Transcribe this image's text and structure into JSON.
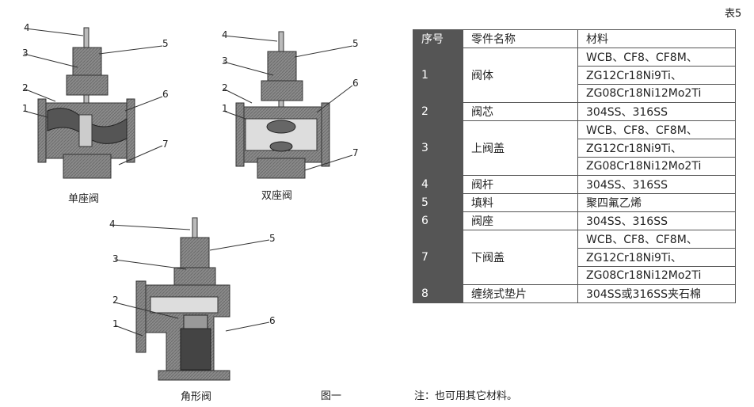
{
  "figure": {
    "single_seat": {
      "caption": "单座阀",
      "labels": [
        "4",
        "3",
        "5",
        "2",
        "6",
        "1",
        "7"
      ]
    },
    "double_seat": {
      "caption": "双座阀",
      "labels": [
        "4",
        "3",
        "5",
        "2",
        "6",
        "1",
        "7"
      ]
    },
    "angle": {
      "caption": "角形阀",
      "labels": [
        "4",
        "5",
        "3",
        "2",
        "1",
        "6"
      ]
    },
    "figure_caption": "图一"
  },
  "table": {
    "title": "表5",
    "headers": [
      "序号",
      "零件名称",
      "材料"
    ],
    "rows": [
      {
        "no": "1",
        "name": "阀体",
        "materials": [
          "WCB、CF8、CF8M、",
          "ZG12Cr18Ni9Ti、",
          "ZG08Cr18Ni12Mo2Ti"
        ]
      },
      {
        "no": "2",
        "name": "阀芯",
        "materials": [
          "304SS、316SS"
        ]
      },
      {
        "no": "3",
        "name": "上阀盖",
        "materials": [
          "WCB、CF8、CF8M、",
          "ZG12Cr18Ni9Ti、",
          "ZG08Cr18Ni12Mo2Ti"
        ]
      },
      {
        "no": "4",
        "name": "阀杆",
        "materials": [
          "304SS、316SS"
        ]
      },
      {
        "no": "5",
        "name": "填料",
        "materials": [
          "聚四氟乙烯"
        ]
      },
      {
        "no": "6",
        "name": "阀座",
        "materials": [
          "304SS、316SS"
        ]
      },
      {
        "no": "7",
        "name": "下阀盖",
        "materials": [
          "WCB、CF8、CF8M、",
          "ZG12Cr18Ni9Ti、",
          "ZG08Cr18Ni12Mo2Ti"
        ]
      },
      {
        "no": "8",
        "name": "缠绕式垫片",
        "materials": [
          "304SS或316SS夹石棉"
        ]
      }
    ],
    "note": "注：也可用其它材料。"
  }
}
